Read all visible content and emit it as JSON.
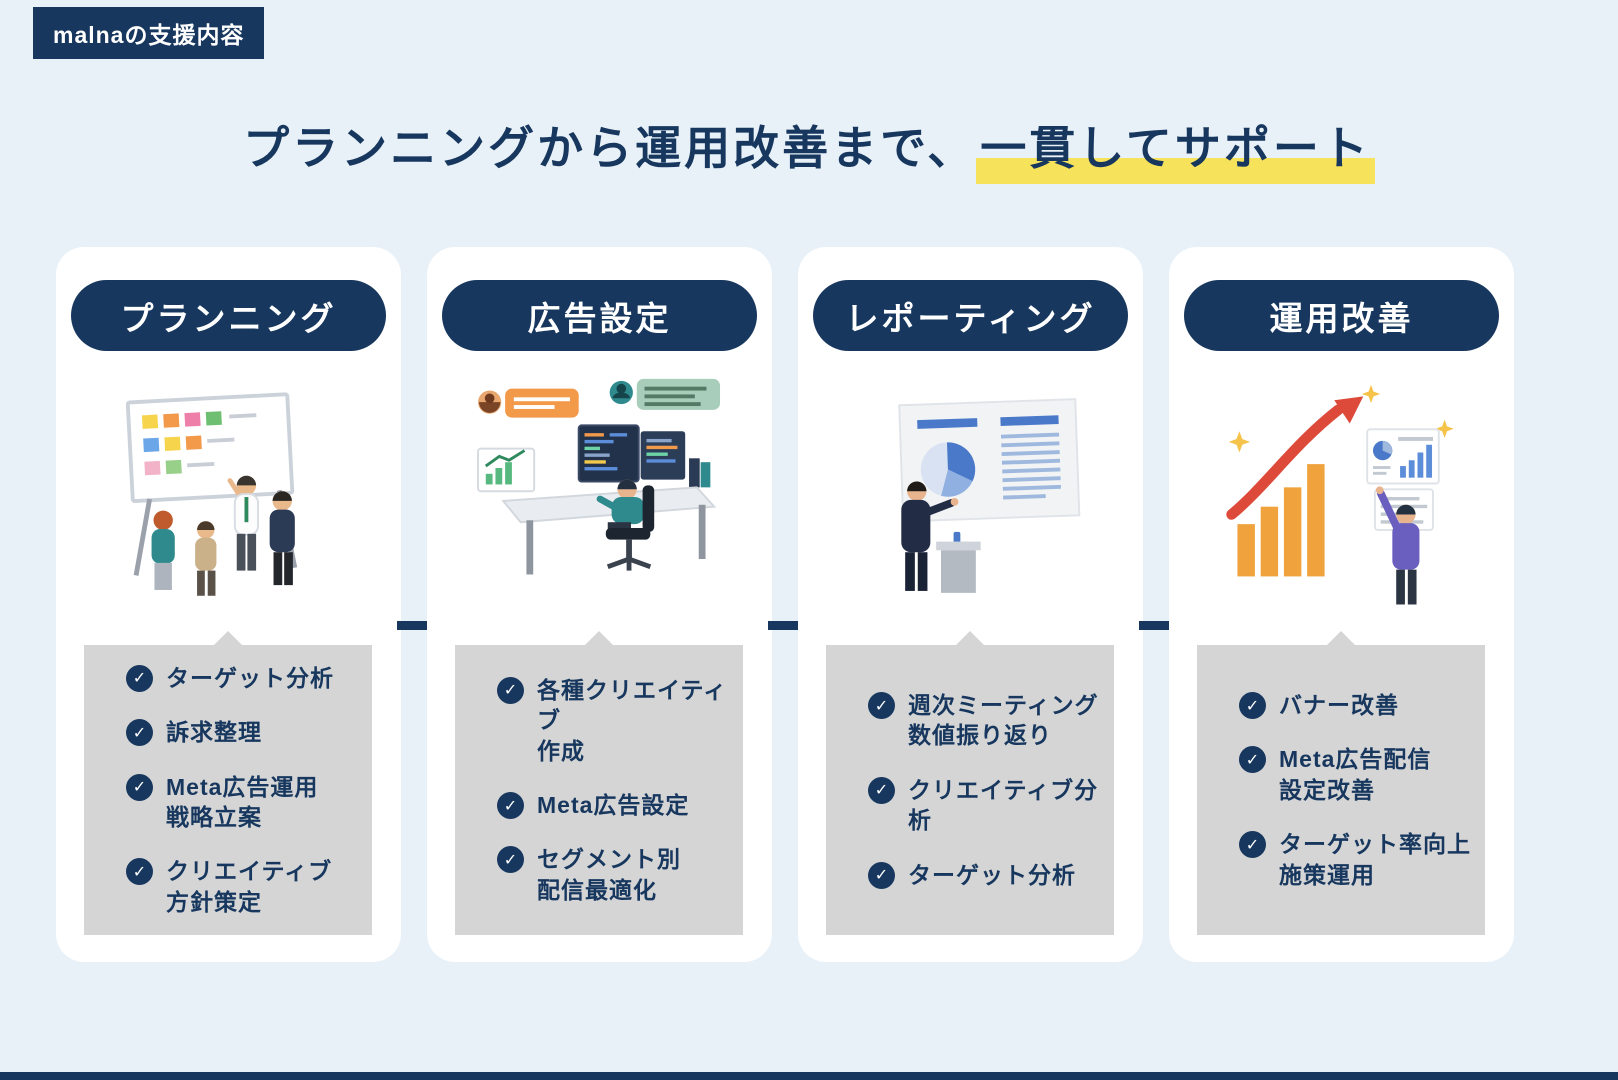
{
  "badge": {
    "label": "malnaの支援内容"
  },
  "title": {
    "prefix": "プランニングから運用改善まで、",
    "highlight": "一貫してサポート"
  },
  "icons": {
    "check": "✓"
  },
  "colors": {
    "background": "#e8f1f8",
    "navy": "#17375e",
    "highlight_yellow": "#f7e35b",
    "panel_gray": "#d5d5d5",
    "card_white": "#ffffff"
  },
  "cards": [
    {
      "header": "プランニング",
      "illustration": "whiteboard-team-illustration",
      "items": [
        "ターゲット分析",
        "訴求整理",
        "Meta広告運用\n戦略立案",
        "クリエイティブ\n方針策定"
      ]
    },
    {
      "header": "広告設定",
      "illustration": "desk-work-illustration",
      "items": [
        "各種クリエイティブ\n作成",
        "Meta広告設定",
        "セグメント別\n配信最適化"
      ]
    },
    {
      "header": "レポーティング",
      "illustration": "presentation-illustration",
      "items": [
        "週次ミーティング\n数値振り返り",
        "クリエイティブ分析",
        "ターゲット分析"
      ]
    },
    {
      "header": "運用改善",
      "illustration": "growth-chart-illustration",
      "items": [
        "バナー改善",
        "Meta広告配信\n設定改善",
        "ターゲット率向上\n施策運用"
      ]
    }
  ]
}
